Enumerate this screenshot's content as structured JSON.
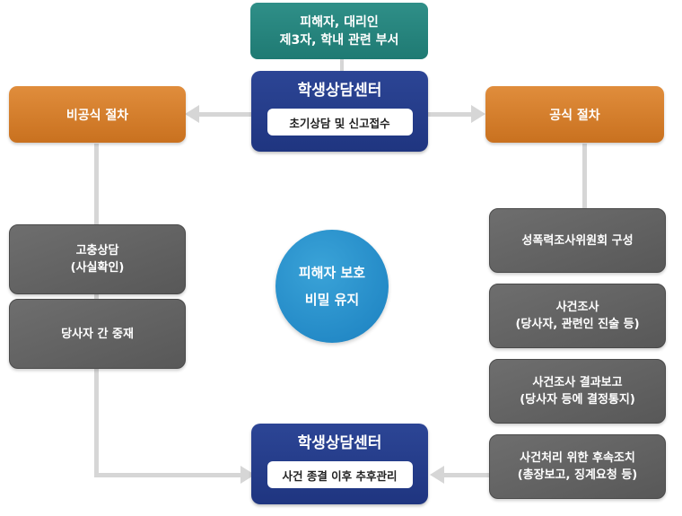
{
  "top_source": {
    "line1": "피해자, 대리인",
    "line2": "제3자, 학내 관련 부서"
  },
  "center_top": {
    "title": "학생상담센터",
    "subtitle": "초기상담 및 신고접수"
  },
  "informal": {
    "header": "비공식 절차",
    "steps": [
      {
        "line1": "고충상담",
        "line2": "(사실확인)"
      },
      {
        "line1": "당사자 간 중재",
        "line2": ""
      }
    ]
  },
  "formal": {
    "header": "공식 절차",
    "steps": [
      {
        "line1": "성폭력조사위원회 구성",
        "line2": ""
      },
      {
        "line1": "사건조사",
        "line2": "(당사자, 관련인 진술 등)"
      },
      {
        "line1": "사건조사 결과보고",
        "line2": "(당사자 등에 결정통지)"
      },
      {
        "line1": "사건처리 위한 후속조치",
        "line2": "(총장보고, 징계요청 등)"
      }
    ]
  },
  "principle": {
    "line1": "피해자 보호",
    "line2": "비밀 유지"
  },
  "center_bottom": {
    "title": "학생상담센터",
    "subtitle": "사건 종결 이후 추후관리"
  }
}
